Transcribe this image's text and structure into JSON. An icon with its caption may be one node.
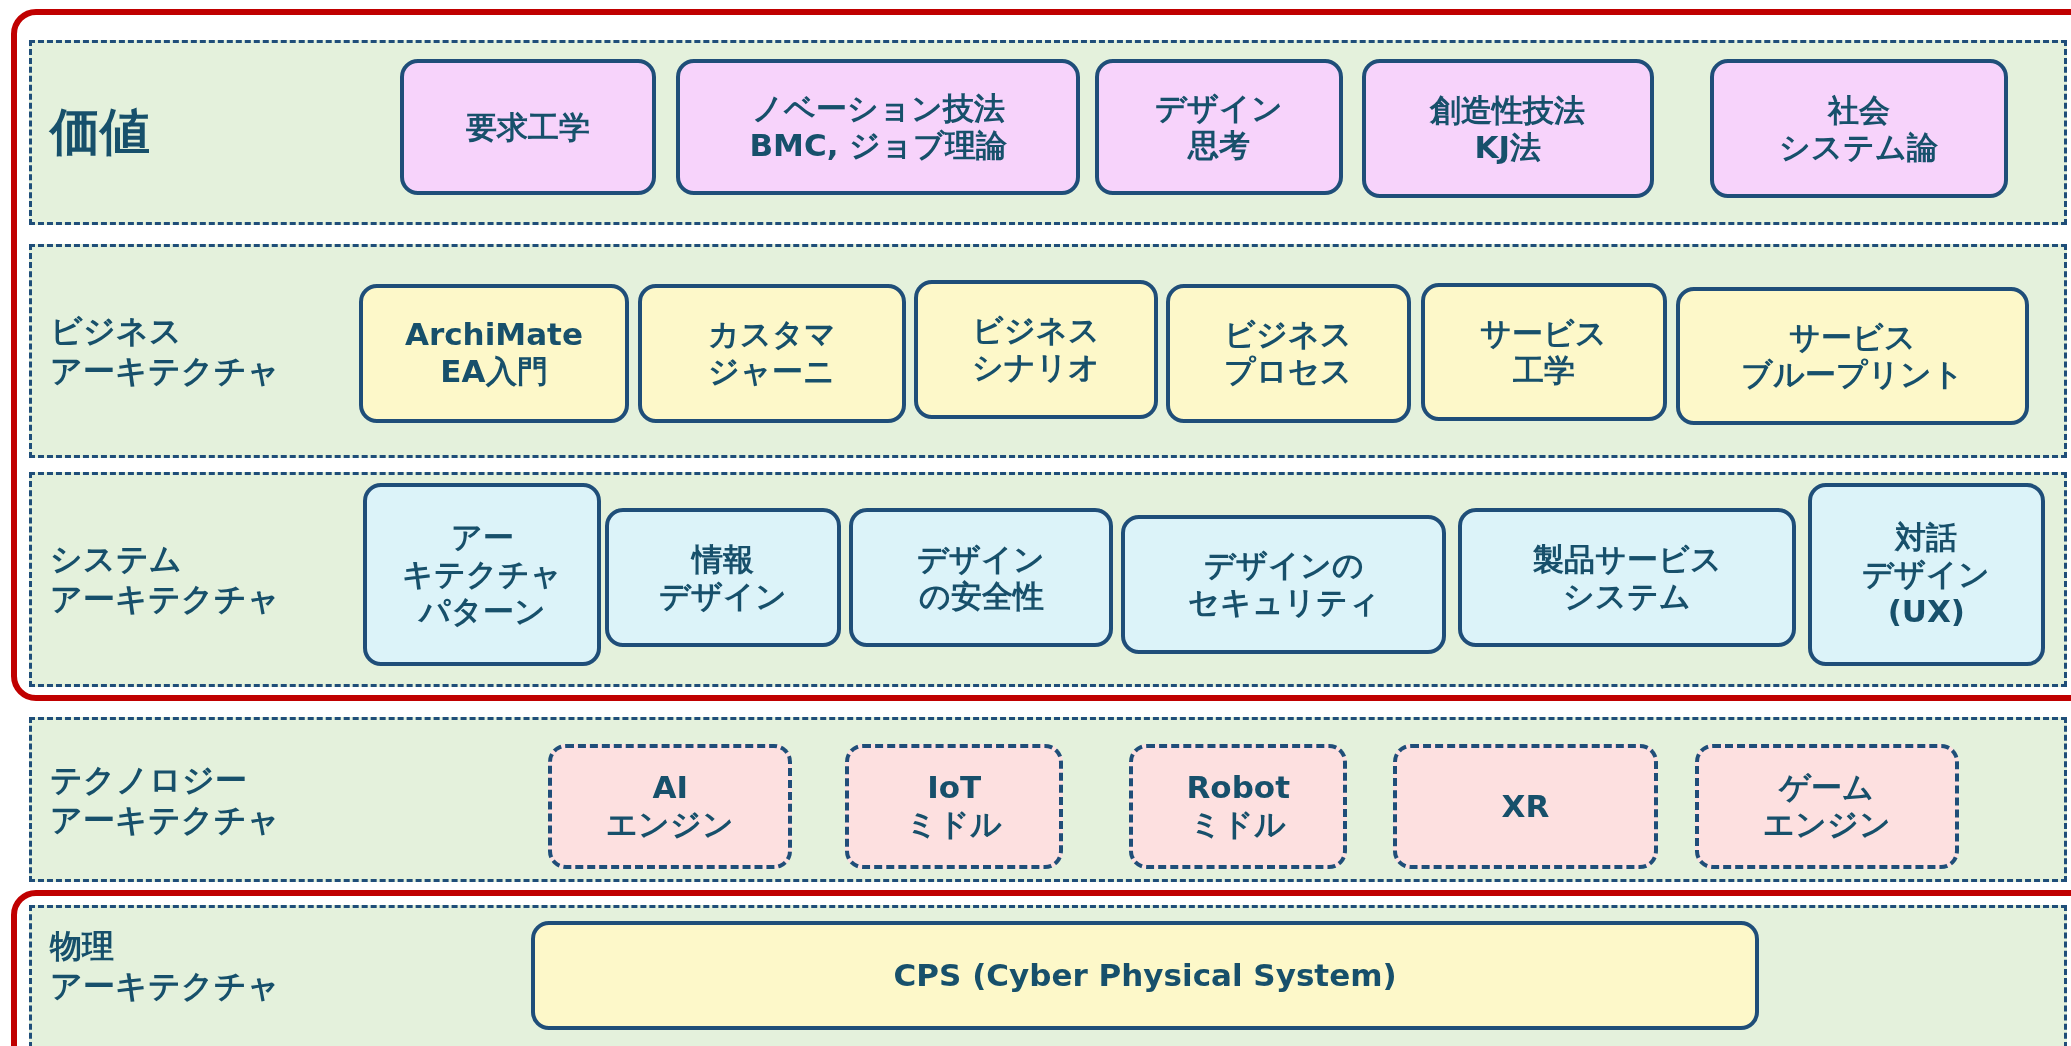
{
  "diagram": {
    "nodes": [
      {
        "text": [
          "価値"
        ]
      },
      {
        "text": [
          "要求工学"
        ],
        "in": 0
      },
      {
        "text": [
          "ノベーション技法BMC, ジョブ理論"
        ],
        "in": 0
      },
      {
        "text": [
          "デザイン思考"
        ],
        "in": 0
      },
      {
        "text": [
          "創造性技法KJ法"
        ],
        "in": 0
      },
      {
        "text": [
          "社会システム論"
        ],
        "in": 0
      },
      {
        "text": [
          "ビジネスアーキテクチャ"
        ]
      },
      {
        "text": [
          "ArchiMate EA入門"
        ],
        "in": 6
      },
      {
        "text": [
          "カスタマジャーニ"
        ],
        "in": 6
      },
      {
        "text": [
          "ビジネスシナリオ"
        ],
        "in": 6
      },
      {
        "text": [
          "ビジネスプロセス"
        ],
        "in": 6
      },
      {
        "text": [
          "サービス工学"
        ],
        "in": 6
      },
      {
        "text": [
          "サービスブループリント"
        ],
        "in": 6
      },
      {
        "text": [
          "システムアーキテクチャ"
        ]
      },
      {
        "text": [
          "アーキテクチャパターン"
        ],
        "in": 13
      },
      {
        "text": [
          "情報デザイン"
        ],
        "in": 13
      },
      {
        "text": [
          "デザインの安全性"
        ],
        "in": 13
      },
      {
        "text": [
          "デザインのセキュリティ"
        ],
        "in": 13
      },
      {
        "text": [
          "製品サービスシステム"
        ],
        "in": 13
      },
      {
        "text": [
          "対話デザイン(UX)"
        ],
        "in": 13
      },
      {
        "text": [
          "テクノロジーアーキテクチャ"
        ]
      },
      {
        "text": [
          "AIエンジン"
        ],
        "in": 20
      },
      {
        "text": [
          "IoTミドル"
        ],
        "in": 20
      },
      {
        "text": [
          "Robotミドル"
        ],
        "in": 20
      },
      {
        "text": [
          "XR"
        ],
        "in": 20
      },
      {
        "text": [
          "ゲームエンジン"
        ],
        "in": 20
      },
      {
        "text": [
          "物理アーキテクチャ"
        ]
      },
      {
        "text": [
          "CPS (Cyber Physical System)"
        ],
        "in": 26
      }
    ],
    "edges": []
  }
}
